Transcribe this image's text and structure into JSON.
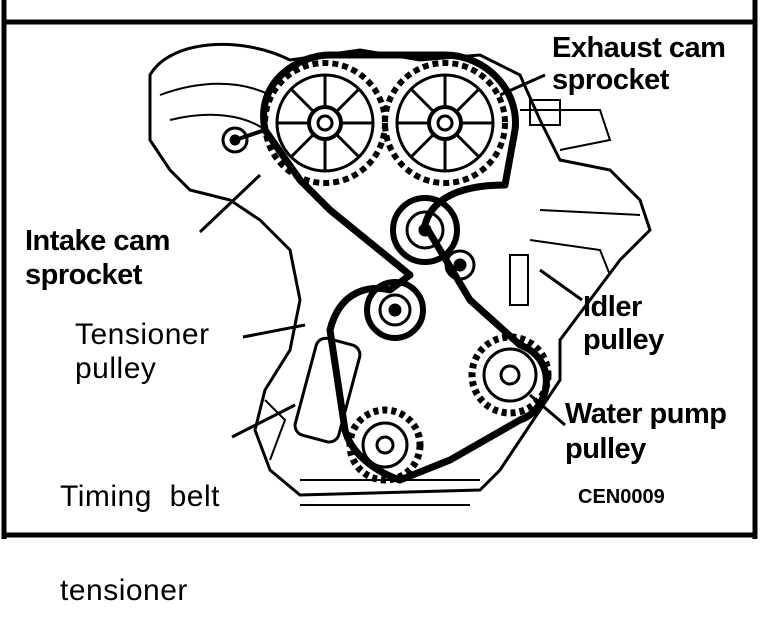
{
  "labels": {
    "exhaust_cam": [
      "Exhaust cam",
      "sprocket"
    ],
    "intake_cam": [
      "Intake cam",
      "sprocket"
    ],
    "idler": [
      "Idler",
      "pulley"
    ],
    "tensioner_pulley": [
      "Tensioner",
      "pulley"
    ],
    "water_pump": [
      "Water pump",
      "pulley"
    ],
    "timing_belt_tensioner": [
      "Timing  belt",
      "tensioner"
    ]
  },
  "figure_code": "CEN0009",
  "colors": {
    "ink": "#000000",
    "paper": "#ffffff"
  }
}
